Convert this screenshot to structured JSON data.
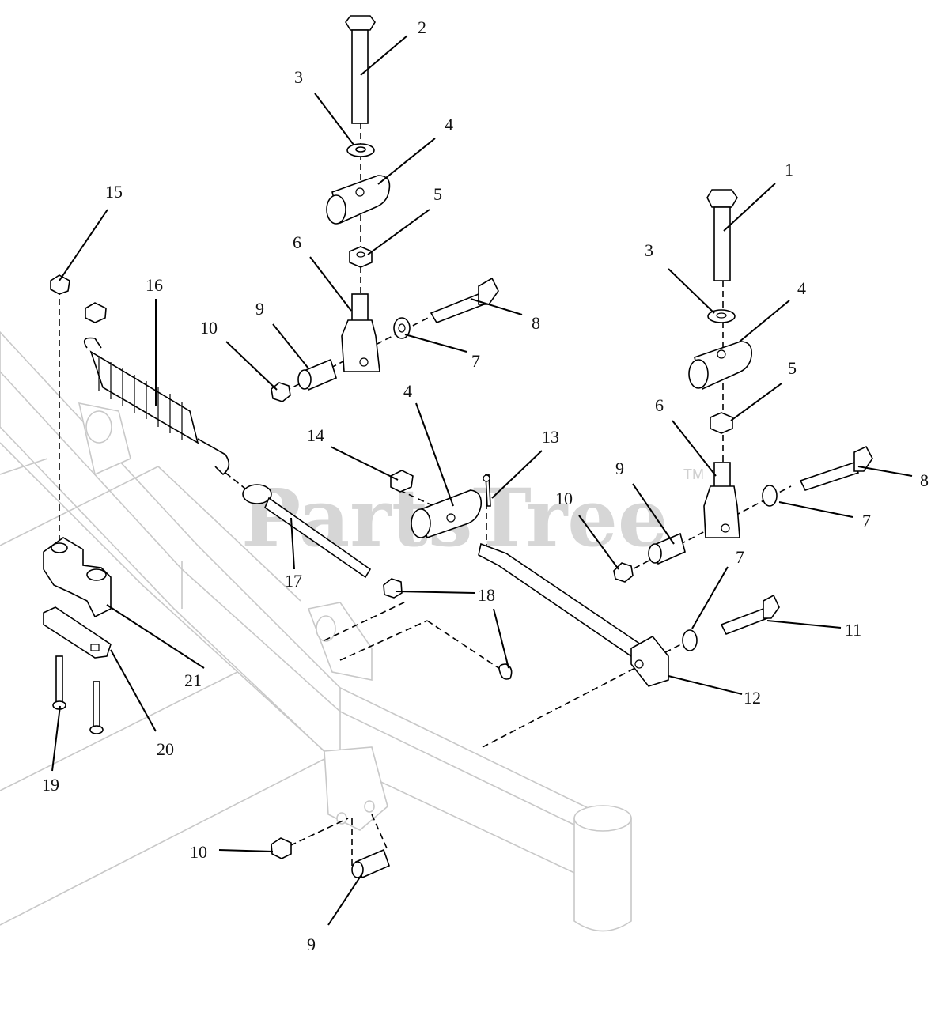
{
  "watermark": {
    "text": "PartsTree",
    "tm": "TM"
  },
  "callouts": {
    "c1": "1",
    "c2": "2",
    "c3a": "3",
    "c3b": "3",
    "c4a": "4",
    "c4b": "4",
    "c4c": "4",
    "c5a": "5",
    "c5b": "5",
    "c6a": "6",
    "c6b": "6",
    "c7a": "7",
    "c7b": "7",
    "c7c": "7",
    "c8a": "8",
    "c8b": "8",
    "c9a": "9",
    "c9b": "9",
    "c9c": "9",
    "c10a": "10",
    "c10b": "10",
    "c10c": "10",
    "c11": "11",
    "c12": "12",
    "c13": "13",
    "c14": "14",
    "c15": "15",
    "c16": "16",
    "c17": "17",
    "c18": "18",
    "c19": "19",
    "c20": "20",
    "c21": "21"
  }
}
